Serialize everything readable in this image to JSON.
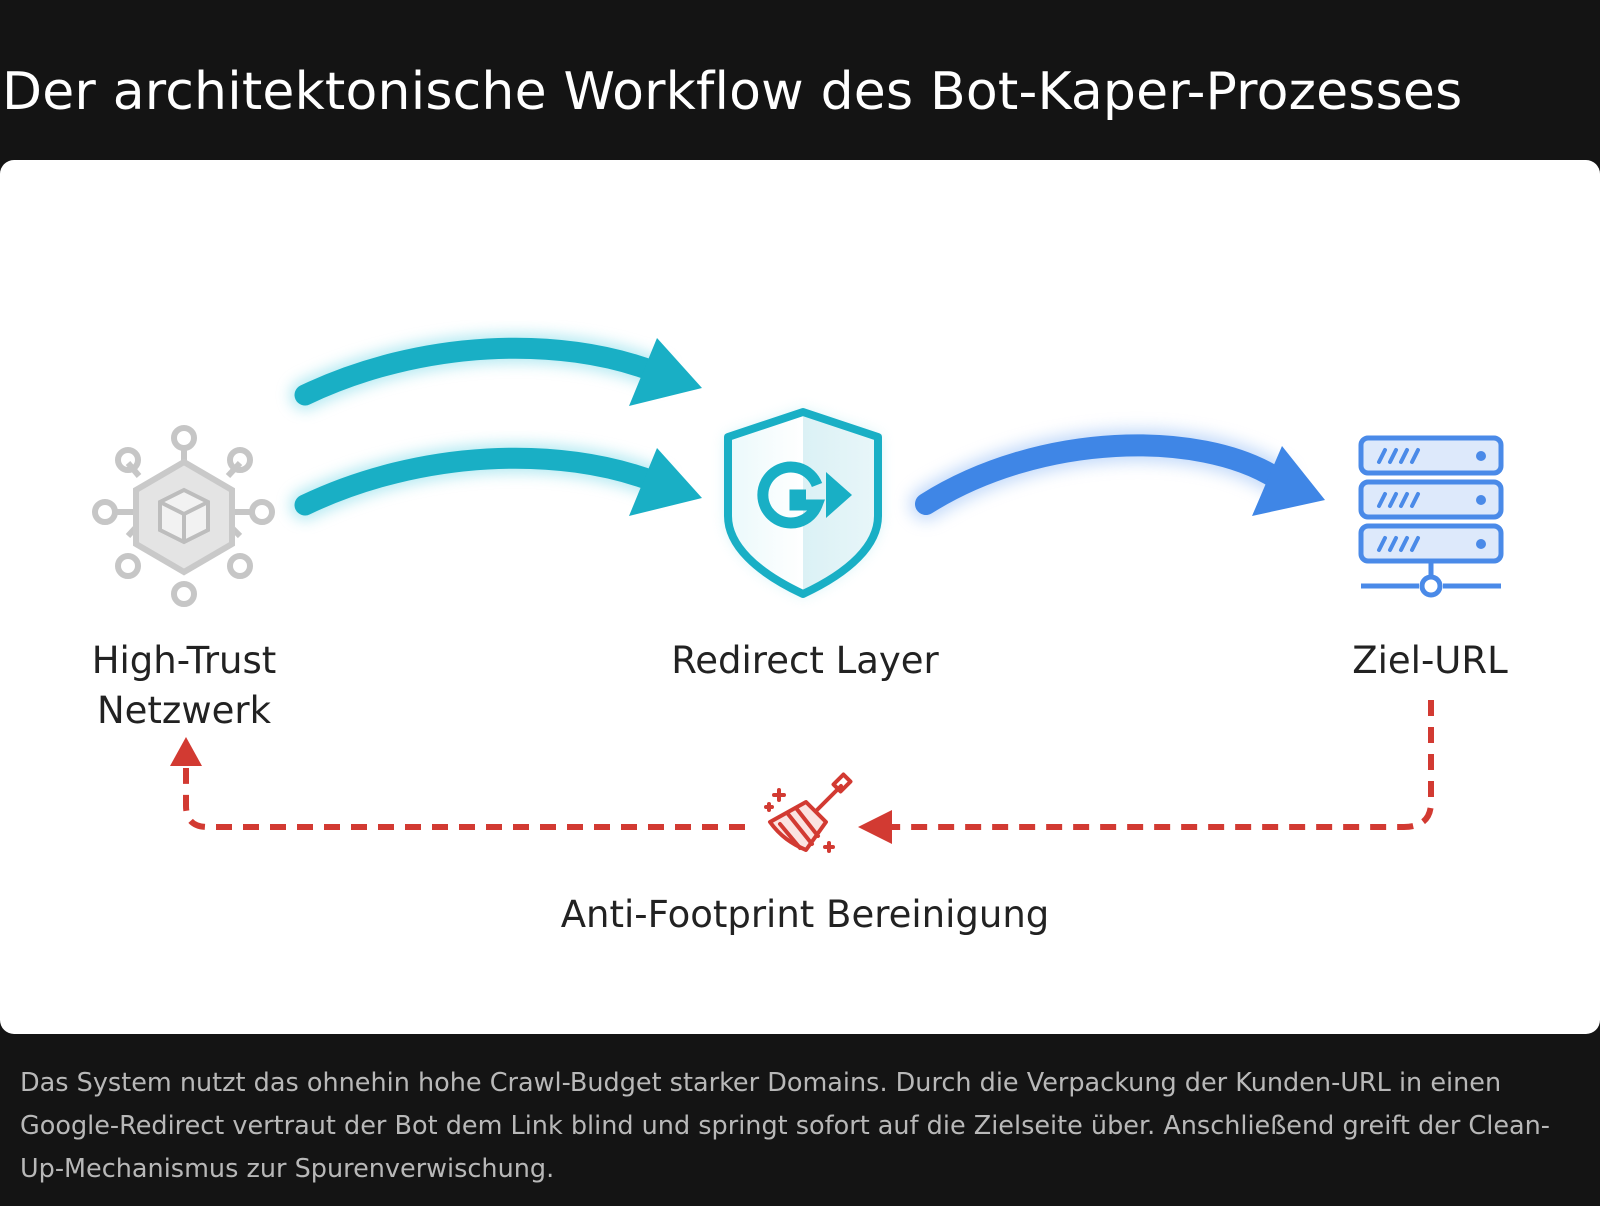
{
  "page": {
    "title": "Der architektonische Workflow des Bot-Kaper-Prozesses"
  },
  "diagram": {
    "nodes": {
      "high_trust_line1": "High-Trust",
      "high_trust_line2": "Netzwerk",
      "redirect_layer": "Redirect Layer",
      "ziel_url": "Ziel-URL",
      "cleanup": "Anti-Footprint Bereinigung"
    },
    "icons": {
      "high_trust": "network-hub-icon",
      "redirect_layer": "shield-g-redirect-icon",
      "ziel_url": "server-rack-icon",
      "cleanup": "broom-sparkle-icon"
    },
    "arrows": {
      "to_redirect": "teal-curved-arrows",
      "to_ziel": "blue-curved-arrow",
      "feedback": "red-dashed-return-arrow"
    }
  },
  "caption": "Das System nutzt das ohnehin hohe Crawl-Budget starker Domains. Durch die Verpackung der Kunden-URL in einen Google-Redirect vertraut der Bot dem Link blind und springt sofort auf die Zielseite über. Anschließend greift der Clean-Up-Mechanismus zur Spurenverwischung.",
  "colors": {
    "teal": "#19AFC5",
    "blue": "#3F86E6",
    "red": "#D23A32",
    "gray_icon": "#C6C6C6",
    "background": "#141414",
    "card": "#FFFFFF"
  }
}
